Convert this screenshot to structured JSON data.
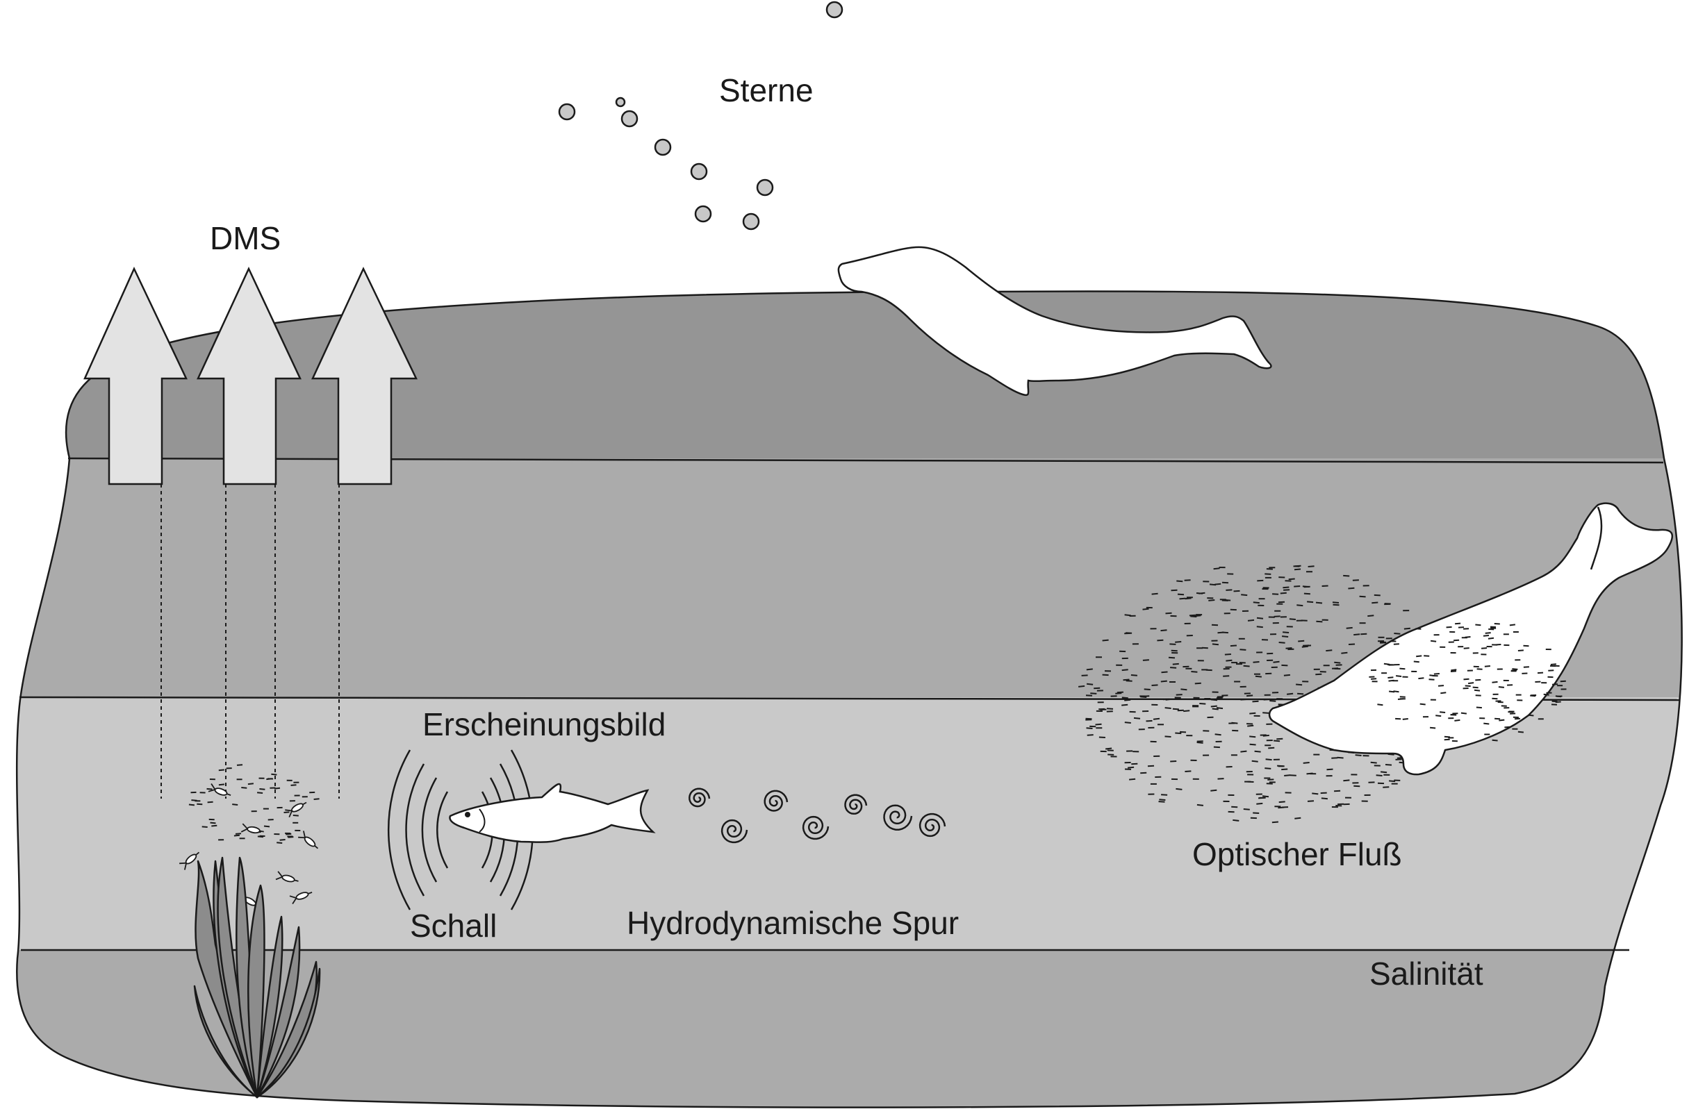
{
  "labels": {
    "stars": "Sterne",
    "dms": "DMS",
    "appearance": "Erscheinungsbild",
    "sound": "Schall",
    "hydrodynamic_trail": "Hydrodynamische Spur",
    "optic_flow": "Optischer Fluß",
    "salinity": "Salinität"
  },
  "colors": {
    "surface_layer": "#959595",
    "upper_water": "#ababab",
    "middle_water": "#c9c9c9",
    "bottom_layer": "#ababab",
    "arrows": "#e3e3e3",
    "stars": "#c8c8c8",
    "animals": "#ffffff",
    "seaweed": "#8c8c8c",
    "outline": "#1a1a1a"
  }
}
